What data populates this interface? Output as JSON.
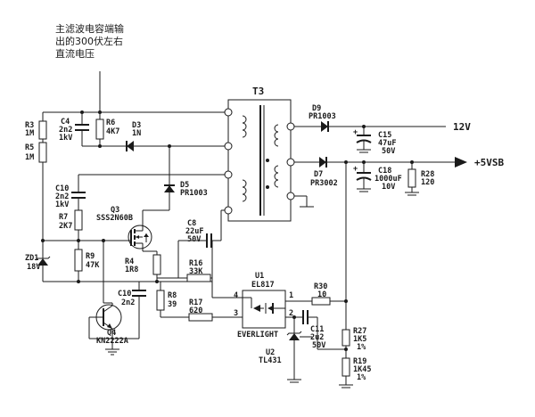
{
  "note": {
    "line1": "主滤波电容端输",
    "line2": "出的300伏左右",
    "line3": "直流电压"
  },
  "transformer": {
    "name": "T3"
  },
  "outputs": {
    "v12": "12V",
    "v5": "+5VSB"
  },
  "parts": {
    "R3": {
      "ref": "R3",
      "val": "1M"
    },
    "R5": {
      "ref": "R5",
      "val": "1M"
    },
    "C4": {
      "ref": "C4",
      "val": "2n2",
      "val2": "1kV"
    },
    "R6": {
      "ref": "R6",
      "val": "4K7"
    },
    "D3": {
      "ref": "D3",
      "val": "1N"
    },
    "C10a": {
      "ref": "C10",
      "val": "2n2",
      "val2": "1kV"
    },
    "R7": {
      "ref": "R7",
      "val": "2K7"
    },
    "D5": {
      "ref": "D5",
      "val": "PR1003"
    },
    "Q3": {
      "ref": "Q3",
      "val": "SSS2N60B"
    },
    "C8": {
      "ref": "C8",
      "val": "22uF",
      "val2": "50V"
    },
    "ZD1": {
      "ref": "ZD1",
      "val": "18V"
    },
    "R9": {
      "ref": "R9",
      "val": "47K"
    },
    "R4": {
      "ref": "R4",
      "val": "1R8"
    },
    "R16": {
      "ref": "R16",
      "val": "33K"
    },
    "C10b": {
      "ref": "C10",
      "val": "2n2"
    },
    "R8": {
      "ref": "R8",
      "val": "39"
    },
    "R17": {
      "ref": "R17",
      "val": "620"
    },
    "Q4": {
      "ref": "Q4",
      "val": "KN2222A"
    },
    "U1": {
      "ref": "U1",
      "val": "EL817",
      "maker": "EVERLIGHT",
      "pin1": "1",
      "pin2": "2",
      "pin3": "3",
      "pin4": "4"
    },
    "R30": {
      "ref": "R30",
      "val": "10"
    },
    "C11": {
      "ref": "C11",
      "val": "2u2",
      "val2": "50V"
    },
    "U2": {
      "ref": "U2",
      "val": "TL431"
    },
    "R27": {
      "ref": "R27",
      "val": "1K5",
      "val2": "1%"
    },
    "R19": {
      "ref": "R19",
      "val": "1K45",
      "val2": "1%"
    },
    "D9": {
      "ref": "D9",
      "val": "PR1003"
    },
    "D7": {
      "ref": "D7",
      "val": "PR3002"
    },
    "C15": {
      "ref": "C15",
      "val": "47uF",
      "val2": "50V"
    },
    "C18": {
      "ref": "C18",
      "val": "1000uF",
      "val2": "10V"
    },
    "R28": {
      "ref": "R28",
      "val": "120"
    }
  }
}
